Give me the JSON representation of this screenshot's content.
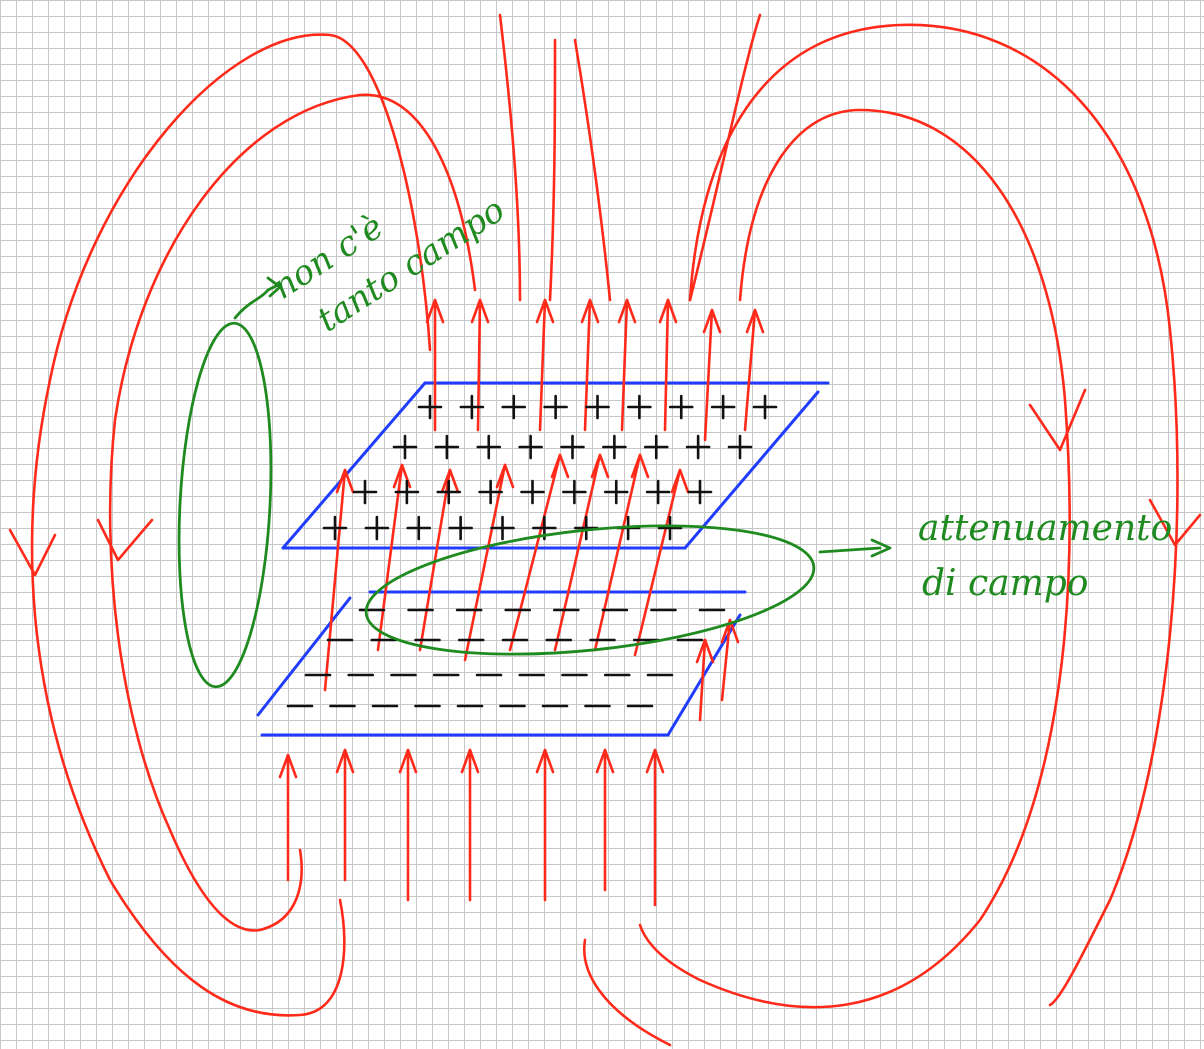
{
  "annotations": {
    "no_field": {
      "line1": "non c'è",
      "line2": "tanto campo"
    },
    "field_weakening": {
      "line1": "attenuamento",
      "line2": "di campo"
    }
  },
  "colors": {
    "field_lines": "#ff2a1a",
    "plates": "#1f3cff",
    "charges": "#111111",
    "annotations": "#1f8a1f",
    "grid": "#c8c8c8"
  },
  "charges": {
    "top_plate_sign": "+",
    "bottom_plate_sign": "−"
  }
}
